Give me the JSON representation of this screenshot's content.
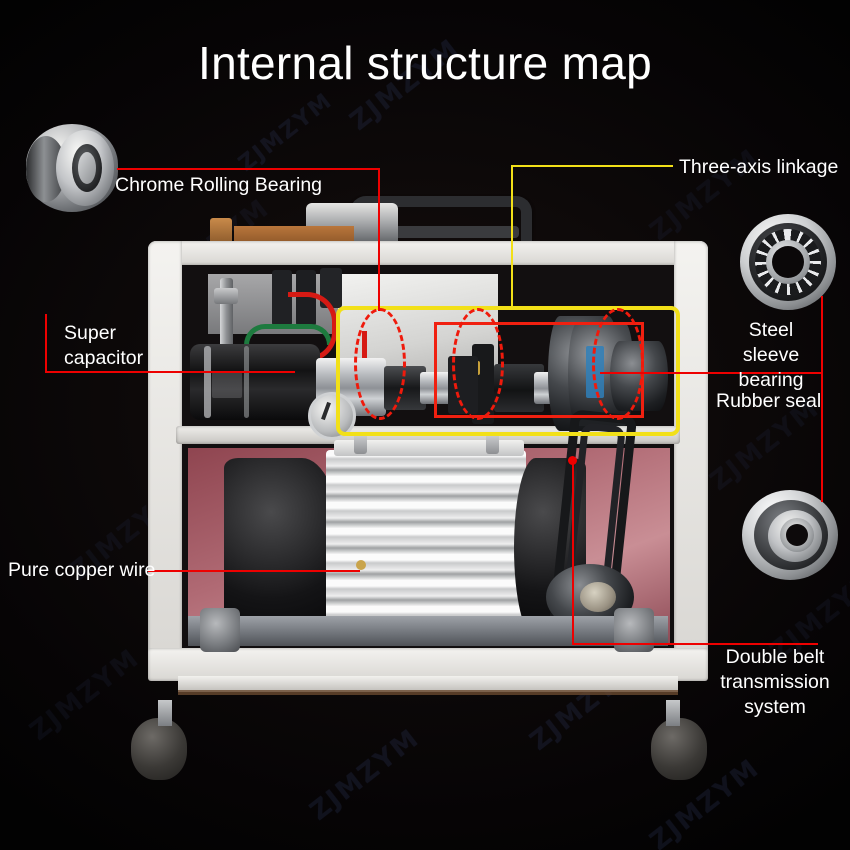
{
  "page": {
    "title": "Internal structure map",
    "background_color": "#0a0708",
    "title_color": "#ffffff",
    "watermark_text": "ZJMZYM",
    "watermark_color": "#2a3355"
  },
  "accent_colors": {
    "red_leader": "#ee0000",
    "yellow_leader": "#f2e018",
    "red_box": "#f02010",
    "red_dashed": "#ef1a0c"
  },
  "callouts": [
    {
      "id": "chrome-rolling-bearing",
      "label": "Chrome Rolling Bearing",
      "leader_color": "#ee0000",
      "side": "left"
    },
    {
      "id": "three-axis-linkage",
      "label": "Three-axis linkage",
      "leader_color": "#f2e018",
      "side": "right"
    },
    {
      "id": "super-capacitor",
      "label": "Super\ncapacitor",
      "leader_color": "#ee0000",
      "side": "left"
    },
    {
      "id": "steel-sleeve-bearing",
      "label": "Steel sleeve\nbearing",
      "leader_color": "#ee0000",
      "side": "right"
    },
    {
      "id": "rubber-seal",
      "label": "Rubber seal",
      "leader_color": "#ee0000",
      "side": "right"
    },
    {
      "id": "pure-copper-wire",
      "label": "Pure copper wire",
      "leader_color": "#ee0000",
      "side": "left"
    },
    {
      "id": "double-belt",
      "label": "Double belt\ntransmission system",
      "leader_color": "#ee0000",
      "side": "right"
    }
  ],
  "part_images": [
    {
      "id": "thrust-bearing",
      "name": "chrome thrust rolling bearing",
      "position": "top-left"
    },
    {
      "id": "open-ball-bearing",
      "name": "steel sleeve open ball bearing",
      "position": "top-right"
    },
    {
      "id": "sealed-ball-bearing",
      "name": "rubber sealed deep groove ball bearing",
      "position": "right"
    }
  ],
  "machine": {
    "name": "portable threading machine internal cutaway",
    "features": [
      "carry handle",
      "white steel frame",
      "super capacitor",
      "electric motor",
      "double v-belt drive",
      "three-axis shaft linkage",
      "rubber caster wheels"
    ]
  },
  "overlays": {
    "yellow_rect_label": "three-axis linkage region",
    "red_rect_label": "belt drive shaft region",
    "dashed_ellipse_count": 3
  }
}
